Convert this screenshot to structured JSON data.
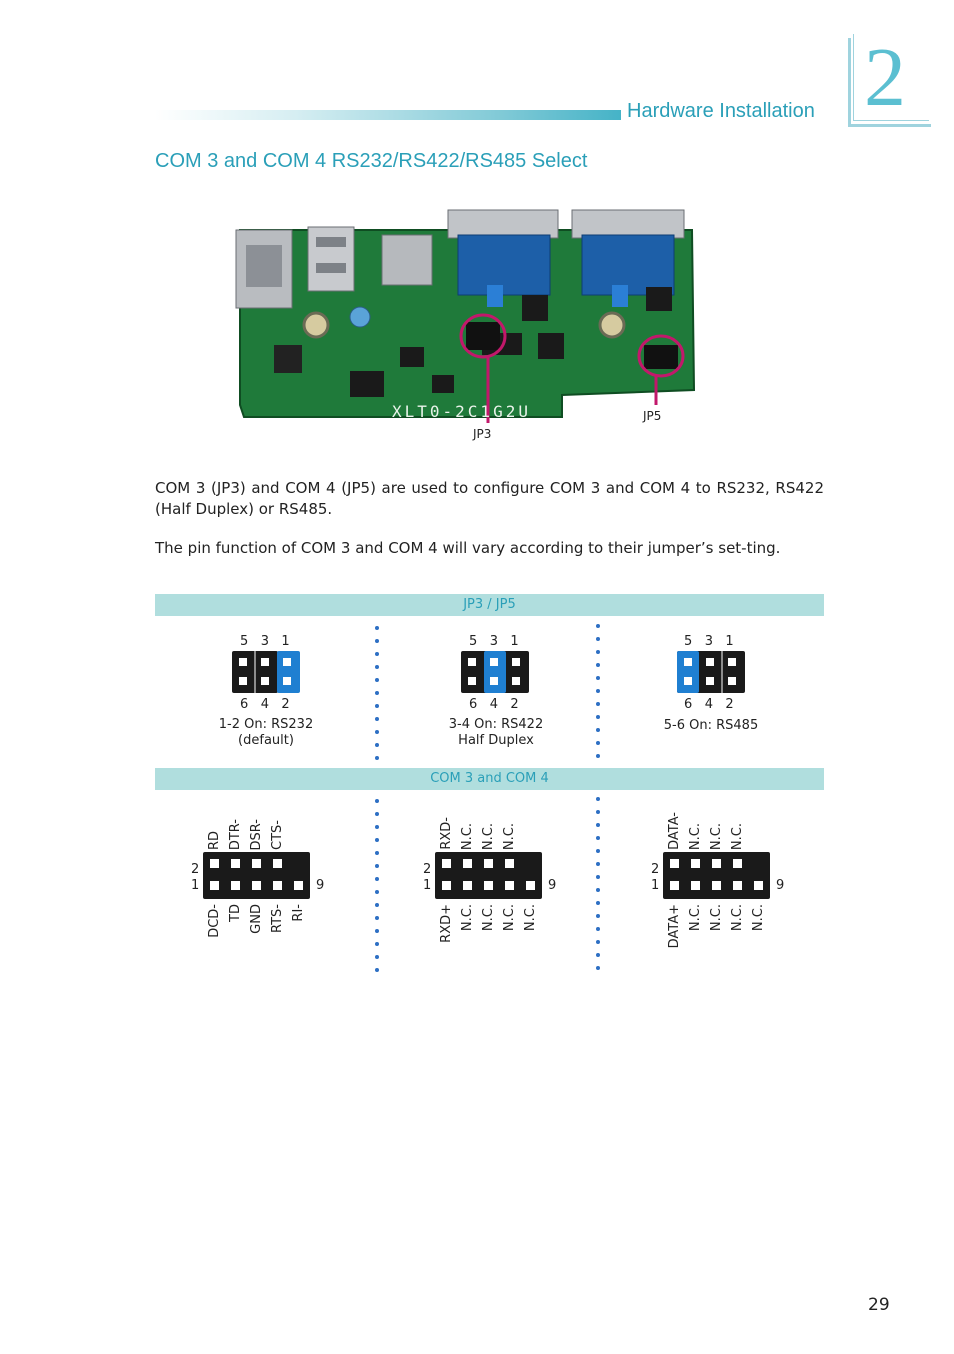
{
  "header": {
    "section": "Hardware Installation",
    "chapter": "2"
  },
  "title": "COM 3 and COM 4 RS232/RS422/RS485 Select",
  "board": {
    "silk": "XLT0-2C1G2U",
    "labels": {
      "jp3": "JP3",
      "jp5": "JP5"
    }
  },
  "paragraphs": [
    "COM 3 (JP3) and COM 4 (JP5) are used to configure COM 3 and COM 4 to RS232, RS422 (Half Duplex) or RS485.",
    "The pin function of COM 3 and COM 4 will vary according to their jumper’s set-ting."
  ],
  "jumper_band": "JP3 / JP5",
  "jumpers": [
    {
      "top": [
        "5",
        "3",
        "1"
      ],
      "bottom": [
        "6",
        "4",
        "2"
      ],
      "caption1": "1-2 On: RS232",
      "caption2": "(default)",
      "highlight": "1-2"
    },
    {
      "top": [
        "5",
        "3",
        "1"
      ],
      "bottom": [
        "6",
        "4",
        "2"
      ],
      "caption1": "3-4 On: RS422",
      "caption2": "Half Duplex",
      "highlight": "3-4"
    },
    {
      "top": [
        "5",
        "3",
        "1"
      ],
      "bottom": [
        "6",
        "4",
        "2"
      ],
      "caption1": "5-6 On: RS485",
      "caption2": "",
      "highlight": "5-6"
    }
  ],
  "com_band": "COM 3 and COM 4",
  "headers": [
    {
      "top": [
        "RD",
        "DTR-",
        "DSR-",
        "CTS-"
      ],
      "bottom": [
        "DCD-",
        "TD",
        "GND",
        "RTS-",
        "RI-"
      ],
      "pin2": "2",
      "pin1": "1",
      "pin9": "9"
    },
    {
      "top": [
        "RXD-",
        "N.C.",
        "N.C.",
        "N.C."
      ],
      "bottom": [
        "RXD+",
        "N.C.",
        "N.C.",
        "N.C.",
        "N.C."
      ],
      "pin2": "2",
      "pin1": "1",
      "pin9": "9"
    },
    {
      "top": [
        "DATA-",
        "N.C.",
        "N.C.",
        "N.C."
      ],
      "bottom": [
        "DATA+",
        "N.C.",
        "N.C.",
        "N.C.",
        "N.C."
      ],
      "pin2": "2",
      "pin1": "1",
      "pin9": "9"
    }
  ],
  "page_number": "29",
  "colors": {
    "accent": "#2a9fb8",
    "band": "#b0dede",
    "jumper_cap": "#1f7fd1",
    "dots": "#2d6fc4",
    "pcb": "#1f7a3a"
  }
}
